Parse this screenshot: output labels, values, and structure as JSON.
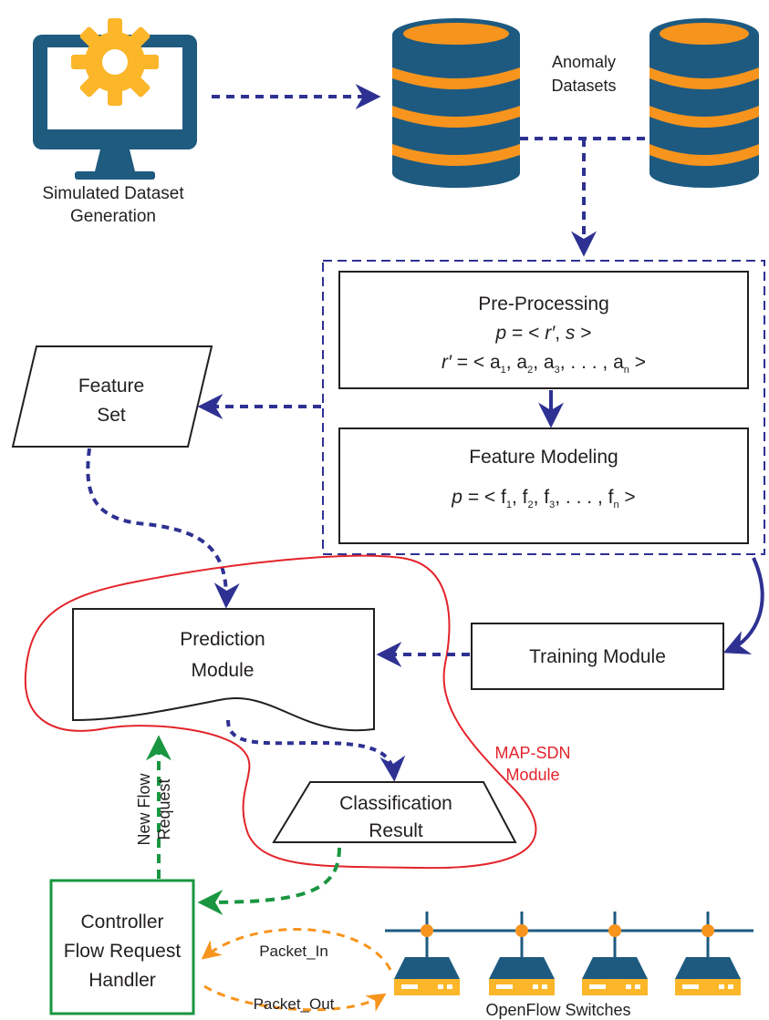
{
  "colors": {
    "navy": "#2e3192",
    "monitor_blue": "#1f5a7f",
    "db_blue": "#1e5a80",
    "orange": "#f7941d",
    "gear": "#fbb62a",
    "green": "#1a9641",
    "red_outline": "#e3242b",
    "black": "#231f20"
  },
  "computer": {
    "icon": "monitor-gear-icon",
    "label_line1": "Simulated Dataset",
    "label_line2": "Generation"
  },
  "datasets": {
    "icon": "database-icon",
    "label_line1": "Anomaly",
    "label_line2": "Datasets"
  },
  "preprocessing": {
    "title": "Pre-Processing",
    "eq1": {
      "lhs": "p",
      "rhs_open": " = < ",
      "r": "r′",
      "mid": ", ",
      "s": "s",
      "close": " >"
    },
    "eq2": {
      "lhs": "r′",
      "rhs": " = < a",
      "s1": "1",
      "c1": ", a",
      "s2": "2",
      "c2": ", a",
      "s3": "3",
      "c3": ", . . . , a",
      "sn": "n",
      "close": " >"
    }
  },
  "feature_modeling": {
    "title": "Feature Modeling",
    "eq": {
      "lhs": "p",
      "rhs": " = < f",
      "s1": "1",
      "c1": ", f",
      "s2": "2",
      "c2": ", f",
      "s3": "3",
      "c3": ", . . . , f",
      "sn": "n",
      "close": " >"
    }
  },
  "feature_set": {
    "line1": "Feature",
    "line2": "Set"
  },
  "prediction": {
    "line1": "Prediction",
    "line2": "Module"
  },
  "training": {
    "label": "Training Module"
  },
  "map_sdn": {
    "line1": "MAP-SDN",
    "line2": "Module"
  },
  "classification": {
    "line1": "Classification",
    "line2": "Result"
  },
  "new_flow": {
    "line1": "New Flow",
    "line2": "Request"
  },
  "controller": {
    "line1": "Controller",
    "line2": "Flow Request",
    "line3": "Handler"
  },
  "packet_in": "Packet_In",
  "packet_out": "Packet_Out",
  "switches": {
    "icon": "network-switch-icon",
    "label": "OpenFlow Switches"
  }
}
